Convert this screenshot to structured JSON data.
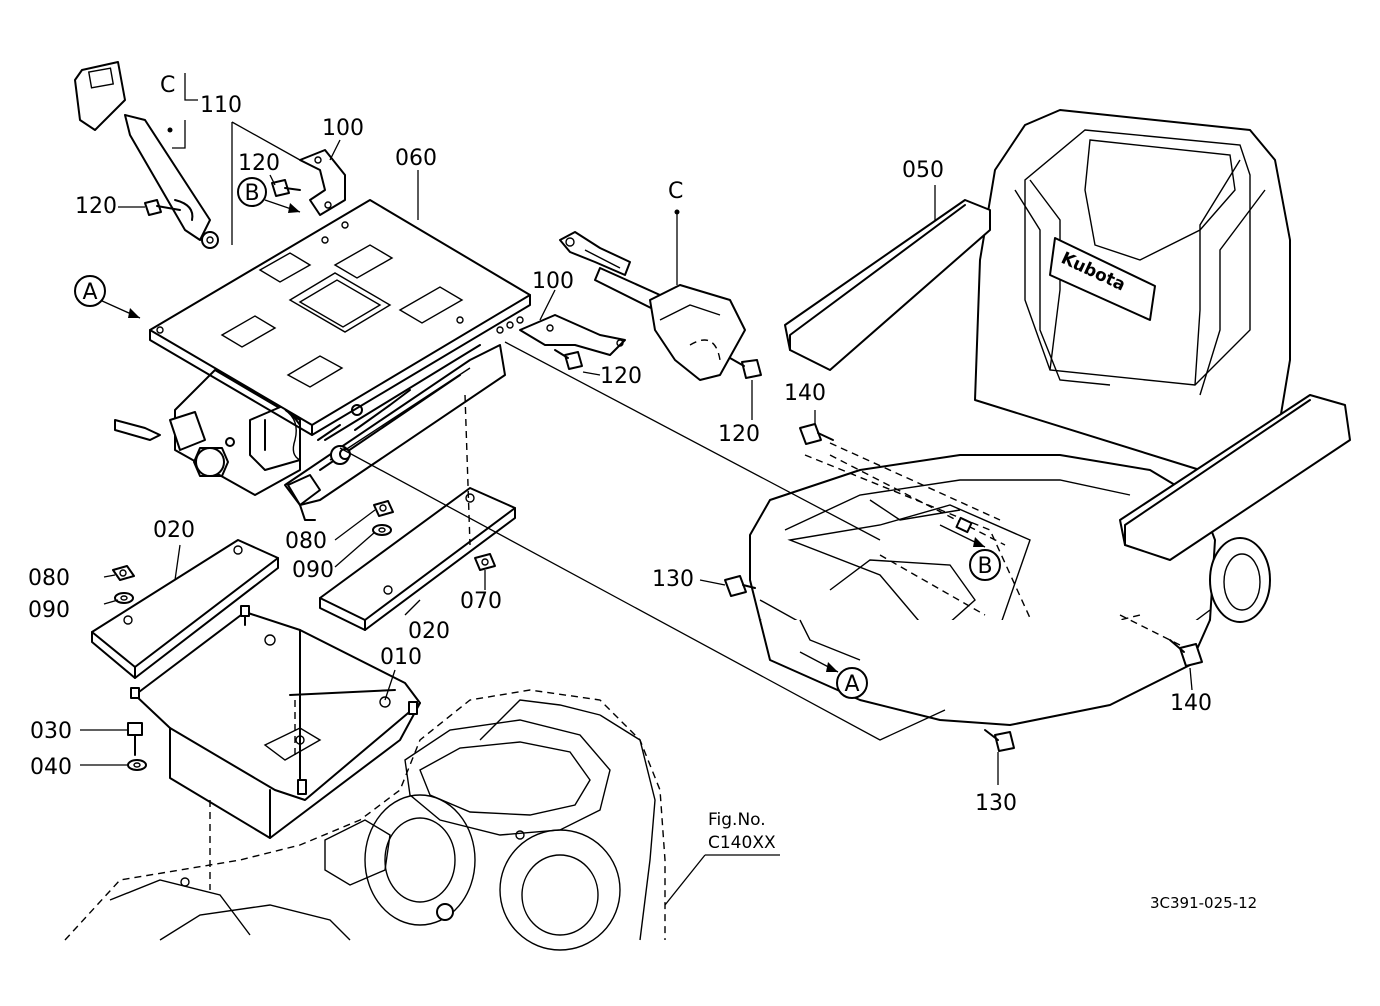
{
  "callouts": {
    "c010": "010",
    "c020a": "020",
    "c020b": "020",
    "c030": "030",
    "c040": "040",
    "c050": "050",
    "c060": "060",
    "c070": "070",
    "c080a": "080",
    "c080b": "080",
    "c090a": "090",
    "c090b": "090",
    "c100a": "100",
    "c100b": "100",
    "c110": "110",
    "c120a": "120",
    "c120b": "120",
    "c120c": "120",
    "c120d": "120",
    "c130a": "130",
    "c130b": "130",
    "c140a": "140",
    "c140b": "140"
  },
  "references": {
    "a1": "A",
    "a2": "A",
    "b1": "B",
    "b2": "B",
    "c1": "C",
    "c2": "C"
  },
  "brand_text": "Kubota",
  "fig_ref": {
    "line1": "Fig.No.",
    "line2": "C140XX"
  },
  "drawing_number": "3C391-025-12"
}
